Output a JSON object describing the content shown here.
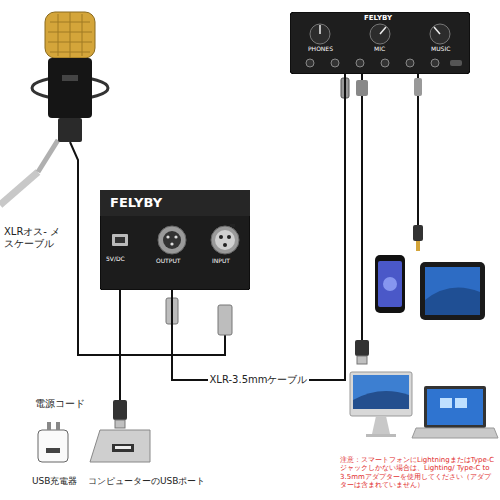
{
  "diagram": {
    "nodes": [
      {
        "text": [
          "FELYBY",
          "5V/DC",
          "OUTPUT",
          "INPUT"
        ]
      },
      {
        "text": [
          "FELYBY",
          "PHONES",
          "MIC",
          "MUSIC"
        ]
      }
    ],
    "edges": [
      {
        "from": 0,
        "to": 1,
        "arrow": "none",
        "label": "XLR-3.5mmケーブル"
      }
    ],
    "labels": [
      "XLRオス- メスケーブル",
      "電源コード",
      "USB充電器",
      "コンピューターのUSBポート",
      "注意：スマートフォンにLightningまたはType-Cジャックしかない場合は、Lighting/ Type-C to 3.5mmアダプターを使用してください（アダプターは含まれていません）"
    ]
  }
}
